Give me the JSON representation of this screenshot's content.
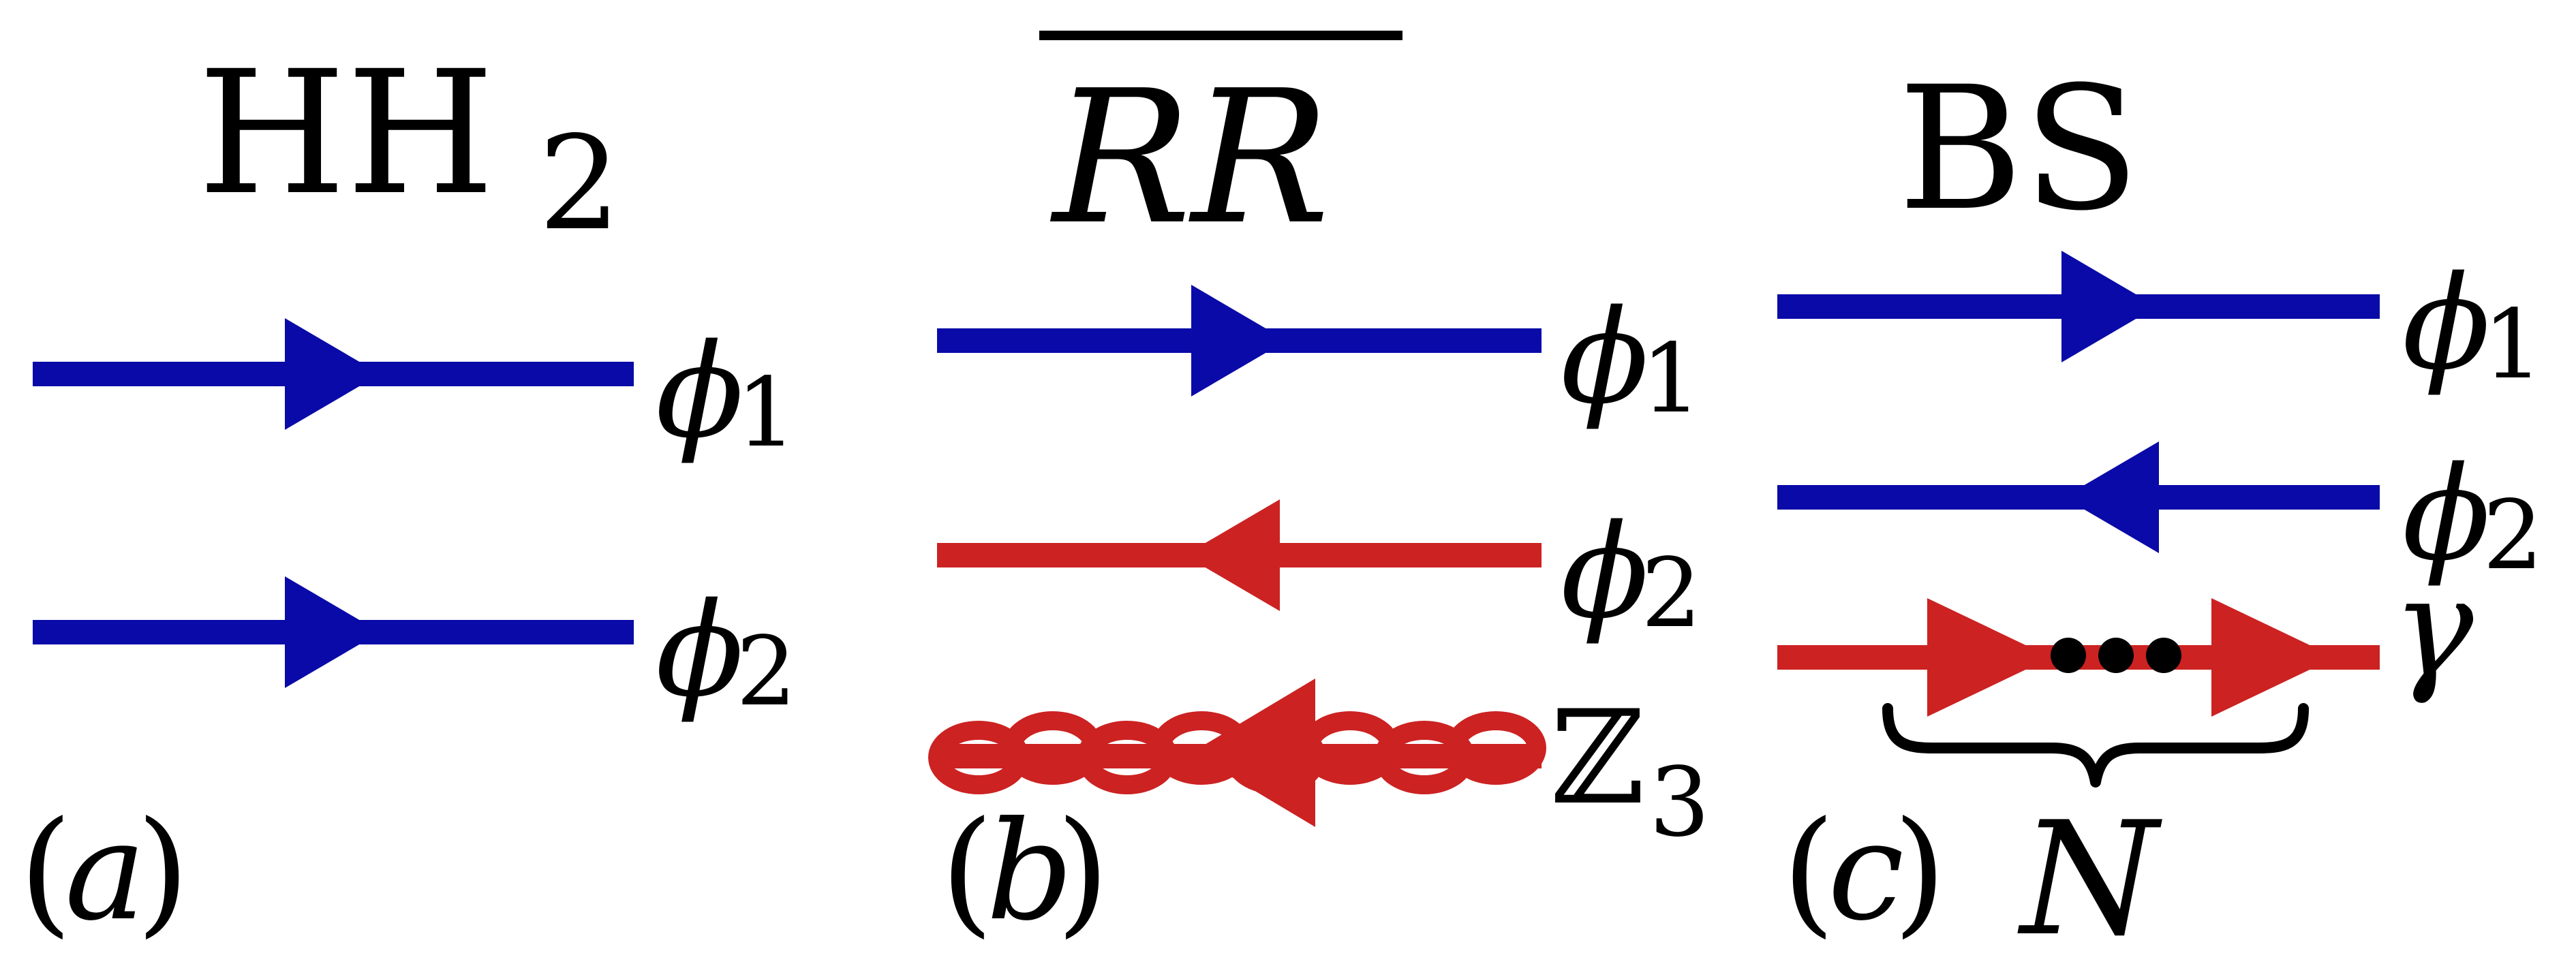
{
  "colors": {
    "blue": "#0a0aa8",
    "red": "#cc2222",
    "black": "#000000"
  },
  "panels": {
    "a": {
      "title": "HH",
      "title_subscript": "2",
      "label": "(a)",
      "label_letter": "a",
      "lines": [
        {
          "label": "ϕ",
          "subscript": "1",
          "color": "blue",
          "direction": "right"
        },
        {
          "label": "ϕ",
          "subscript": "2",
          "color": "blue",
          "direction": "right"
        }
      ]
    },
    "b": {
      "title": "RR",
      "title_overline": true,
      "label": "(b)",
      "label_letter": "b",
      "lines": [
        {
          "label": "ϕ",
          "subscript": "1",
          "color": "blue",
          "direction": "right"
        },
        {
          "label": "ϕ",
          "subscript": "2",
          "color": "red",
          "direction": "left"
        },
        {
          "label": "ℤ",
          "subscript": "3",
          "color": "red",
          "direction": "left",
          "style": "chain"
        }
      ]
    },
    "c": {
      "title": "BS",
      "label": "(c)",
      "label_letter": "c",
      "lines": [
        {
          "label": "ϕ",
          "subscript": "1",
          "color": "blue",
          "direction": "right"
        },
        {
          "label": "ϕ",
          "subscript": "2",
          "color": "blue",
          "direction": "left"
        },
        {
          "label": "γ",
          "subscript": "",
          "color": "red",
          "direction": "right",
          "style": "multi-arrow-dots"
        }
      ],
      "brace_label": "N"
    }
  }
}
